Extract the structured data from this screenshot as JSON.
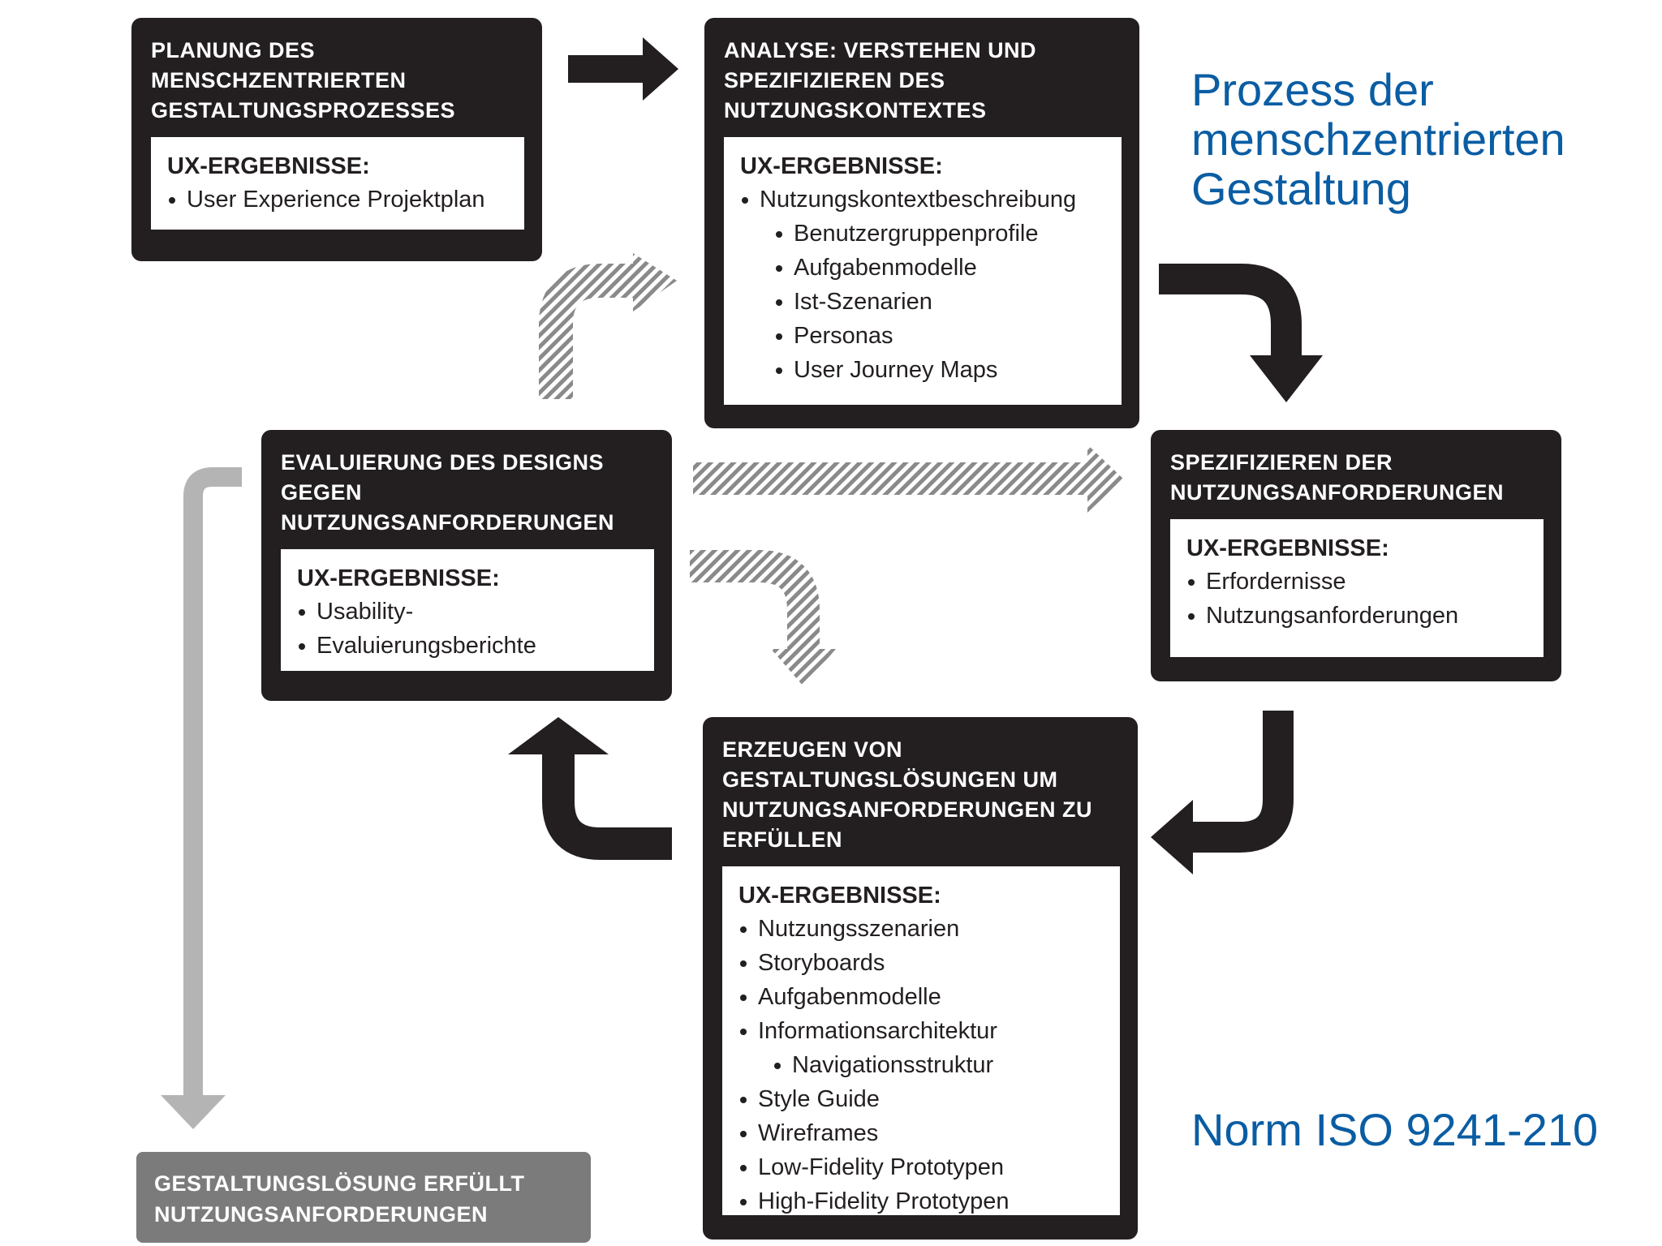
{
  "heading": {
    "line1": "Prozess der",
    "line2": "menschzentrierten",
    "line3": "Gestaltung"
  },
  "norm": "Norm ISO 9241-210",
  "boxes": {
    "planung": {
      "title_lines": [
        "PLANUNG DES",
        "MENSCHZENTRIERTEN",
        "GESTALTUNGSPROZESSES"
      ],
      "ux_heading": "UX-ERGEBNISSE:",
      "items": [
        "User Experience Projektplan"
      ]
    },
    "analyse": {
      "title_lines": [
        "ANALYSE: VERSTEHEN UND",
        "SPEZIFIZIEREN DES",
        "NUTZUNGSKONTEXTES"
      ],
      "ux_heading": "UX-ERGEBNISSE:",
      "items": [
        "Nutzungskontextbeschreibung",
        "Benutzergruppenprofile",
        "Aufgabenmodelle",
        "Ist-Szenarien",
        "Personas",
        "User Journey Maps"
      ]
    },
    "spezifizieren": {
      "title_lines": [
        "SPEZIFIZIEREN DER",
        "NUTZUNGSANFORDERUNGEN"
      ],
      "ux_heading": "UX-ERGEBNISSE:",
      "items": [
        "Erfordernisse",
        "Nutzungsanforderungen"
      ]
    },
    "evaluierung": {
      "title_lines": [
        "EVALUIERUNG DES DESIGNS",
        "GEGEN",
        "NUTZUNGSANFORDERUNGEN"
      ],
      "ux_heading": "UX-ERGEBNISSE:",
      "items": [
        "Usability-",
        "Evaluierungsberichte"
      ]
    },
    "erzeugen": {
      "title_lines": [
        "ERZEUGEN VON",
        "GESTALTUNGSLÖSUNGEN UM",
        "NUTZUNGSANFORDERUNGEN ZU",
        "ERFÜLLEN"
      ],
      "ux_heading": "UX-ERGEBNISSE:",
      "items": [
        "Nutzungsszenarien",
        "Storyboards",
        "Aufgabenmodelle",
        "Informationsarchitektur",
        "Navigationsstruktur",
        "Style Guide",
        "Wireframes",
        "Low-Fidelity Prototypen",
        "High-Fidelity Prototypen"
      ]
    }
  },
  "final": {
    "lines": [
      "GESTALTUNGSLÖSUNG ERFÜLLT",
      "NUTZUNGSANFORDERUNGEN"
    ]
  },
  "colors": {
    "box": "#231f20",
    "heading": "#0a5da3",
    "final_box": "#7b7b7b",
    "return_arrow": "#b4b4b4"
  }
}
